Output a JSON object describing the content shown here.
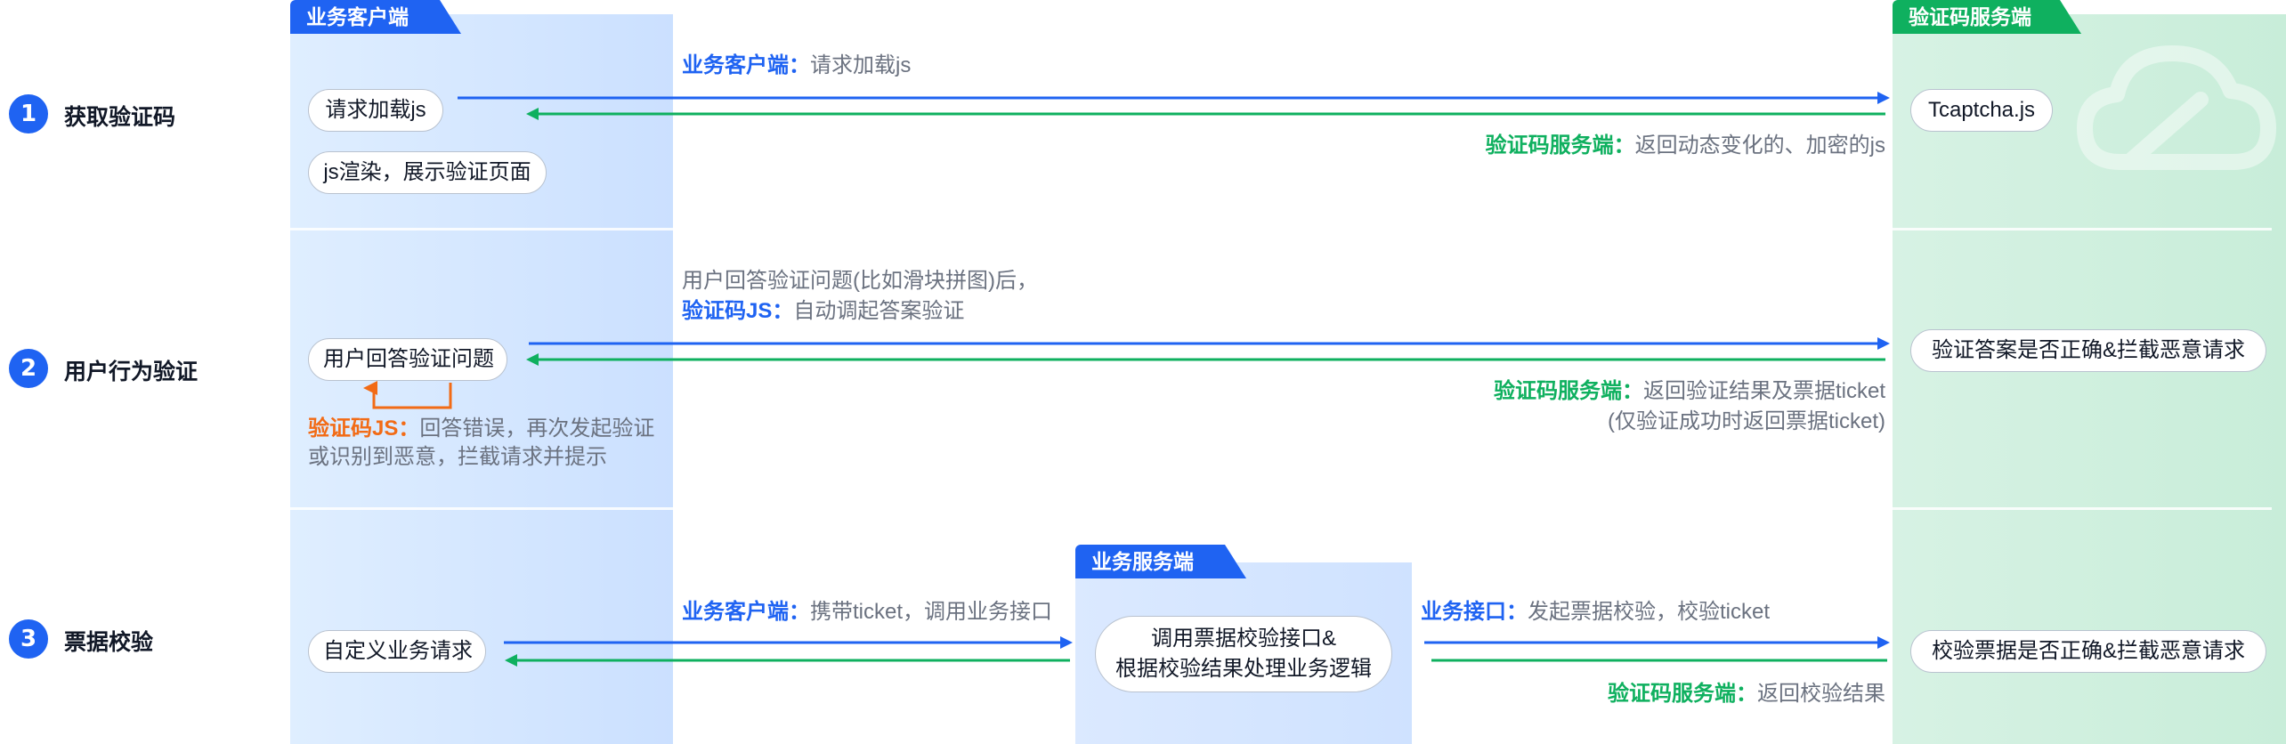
{
  "lanes": {
    "client_title": "业务客户端",
    "service_title": "验证码服务端",
    "business_title": "业务服务端"
  },
  "steps": [
    {
      "num": "1",
      "title": "获取验证码"
    },
    {
      "num": "2",
      "title": "用户行为验证"
    },
    {
      "num": "3",
      "title": "票据校验"
    }
  ],
  "nodes": {
    "load_js": "请求加载js",
    "render_js": "js渲染，展示验证页面",
    "user_answer": "用户回答验证问题",
    "custom_request": "自定义业务请求",
    "tcaptcha": "Tcaptcha.js",
    "verify_answer": "验证答案是否正确&拦截恶意请求",
    "verify_ticket": "校验票据是否正确&拦截恶意请求",
    "business_process_line1": "调用票据校验接口&",
    "business_process_line2": "根据校验结果处理业务逻辑"
  },
  "labels": {
    "step1_request_who": "业务客户端：",
    "step1_request_text": "请求加载js",
    "step1_return_who": "验证码服务端：",
    "step1_return_text": "返回动态变化的、加密的js",
    "step2_line1": "用户回答验证问题(比如滑块拼图)后，",
    "step2_line2_who": "验证码JS：",
    "step2_line2_text": "自动调起答案验证",
    "step2_return_who": "验证码服务端：",
    "step2_return_text": "返回验证结果及票据ticket",
    "step2_return_note": "(仅验证成功时返回票据ticket)",
    "step2_error_who": "验证码JS：",
    "step2_error_text1": "回答错误，再次发起验证",
    "step2_error_text2": "或识别到恶意，拦截请求并提示",
    "step3_request_who": "业务客户端：",
    "step3_request_text": "携带ticket，调用业务接口",
    "step3_api_who": "业务接口：",
    "step3_api_text": "发起票据校验，校验ticket",
    "step3_return_who": "验证码服务端：",
    "step3_return_text": "返回校验结果"
  },
  "colors": {
    "primary_blue": "#1f63f2",
    "primary_green": "#0fb05f",
    "accent_orange": "#f26b16",
    "text_gray": "#6b7280"
  },
  "icons": {
    "watermark": "cloud-icon"
  }
}
